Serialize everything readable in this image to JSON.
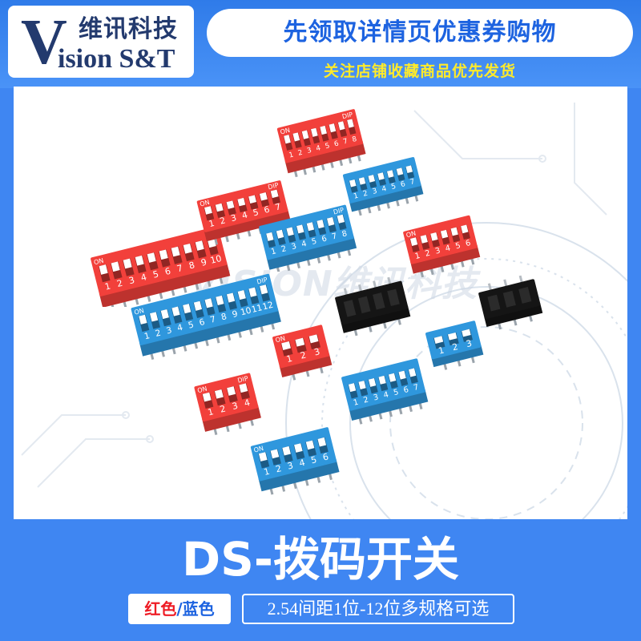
{
  "brand": {
    "logo_letter": "V",
    "name_cn": "维讯科技",
    "name_en": "ision S&T"
  },
  "banner": {
    "coupon": "先领取详情页优惠券购物",
    "follow": "关注店铺收藏商品优先发货"
  },
  "product": {
    "watermark": "VISION维讯科技",
    "switches": [
      {
        "id": "sw10",
        "color": "red",
        "positions": 10,
        "on_label": "ON",
        "dip_label": "DIP"
      },
      {
        "id": "sw7",
        "color": "red",
        "positions": 7,
        "on_label": "ON",
        "dip_label": "DIP"
      },
      {
        "id": "sw8top",
        "color": "red",
        "positions": 8,
        "on_label": "ON",
        "dip_label": "DIP"
      },
      {
        "id": "sw7b",
        "color": "blue",
        "positions": 7
      },
      {
        "id": "sw8b",
        "color": "blue",
        "positions": 8,
        "dip_label": "DIP"
      },
      {
        "id": "sw6r",
        "color": "red",
        "positions": 6,
        "on_label": "ON"
      },
      {
        "id": "sw12",
        "color": "blue",
        "positions": 12,
        "on_label": "ON",
        "dip_label": "DIP"
      },
      {
        "id": "black1",
        "color": "black",
        "positions": 4
      },
      {
        "id": "black2",
        "color": "black",
        "positions": 3
      },
      {
        "id": "sw3r",
        "color": "red",
        "positions": 3,
        "on_label": "ON"
      },
      {
        "id": "sw3b",
        "color": "blue",
        "positions": 3
      },
      {
        "id": "sw4r",
        "color": "red",
        "positions": 4,
        "on_label": "ON",
        "dip_label": "DIP"
      },
      {
        "id": "sw7c",
        "color": "blue",
        "positions": 7
      },
      {
        "id": "sw6b",
        "color": "blue",
        "positions": 6,
        "on_label": "ON"
      }
    ]
  },
  "footer": {
    "title": "DS-拨码开关",
    "color_red": "红色",
    "color_sep": "/",
    "color_blue": "蓝色",
    "spec": "2.54间距1位-12位多规格可选"
  },
  "colors": {
    "red_body": "#f2403b",
    "blue_body": "#2f97dd",
    "black_body": "#151515",
    "accent_blue": "#1d63e0",
    "accent_yellow": "#ffeb2a"
  }
}
